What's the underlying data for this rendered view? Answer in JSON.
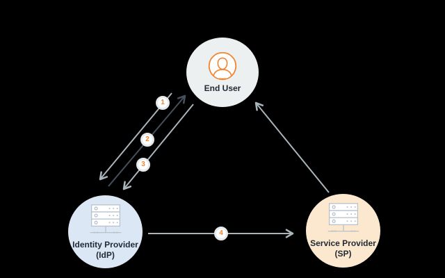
{
  "colors": {
    "background": "#000000",
    "accent_orange": "#ef8633",
    "arrow_gray": "#aab4bb",
    "arrow_dark": "#46505b",
    "label_dark": "#222b35",
    "end_user_fill": "#edf0f1",
    "idp_fill": "#dbe7f5",
    "sp_fill": "#fbe8ce",
    "icon_stroke": "#b7c2cb",
    "badge_bg": "#ffffff",
    "badge_ring": "#e6e9eb"
  },
  "nodes": {
    "end_user": {
      "label": "End User",
      "icon": "user-icon"
    },
    "idp": {
      "label": [
        "Identity Provider",
        "(IdP)"
      ],
      "icon": "server-icon"
    },
    "sp": {
      "label": [
        "Service Provider",
        "(SP)"
      ],
      "icon": "server-icon"
    }
  },
  "arrows": [
    {
      "badge": "1",
      "from": "end_user",
      "to": "idp",
      "style": "gray"
    },
    {
      "badge": "2",
      "from": "idp",
      "to": "end_user",
      "style": "dark"
    },
    {
      "badge": "3",
      "from": "end_user",
      "to": "idp",
      "style": "gray"
    },
    {
      "badge": "4",
      "from": "idp",
      "to": "sp",
      "style": "gray"
    },
    {
      "badge": "",
      "from": "sp",
      "to": "end_user",
      "style": "gray"
    }
  ]
}
